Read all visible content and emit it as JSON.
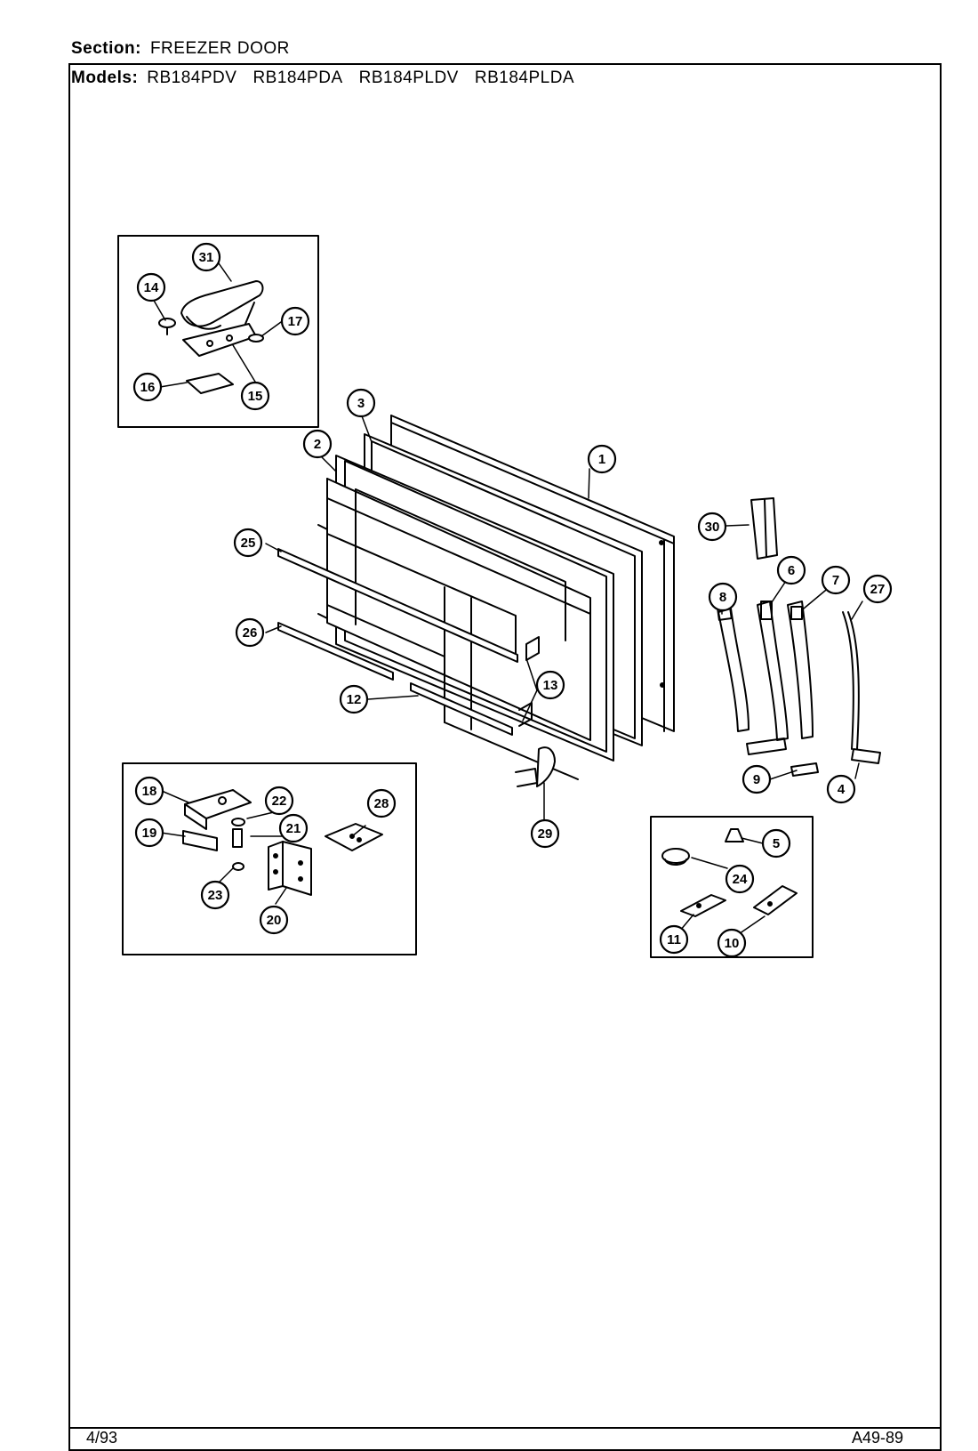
{
  "section": {
    "label": "Section:",
    "value": "FREEZER DOOR"
  },
  "models": {
    "label": "Models:",
    "list": [
      "RB184PDV",
      "RB184PDA",
      "RB184PLDV",
      "RB184PLDA"
    ]
  },
  "footer": {
    "date": "4/93",
    "code": "A49-89"
  },
  "callouts": [
    "1",
    "2",
    "3",
    "4",
    "5",
    "6",
    "7",
    "8",
    "9",
    "10",
    "11",
    "12",
    "13",
    "14",
    "15",
    "16",
    "17",
    "18",
    "19",
    "20",
    "21",
    "22",
    "23",
    "24",
    "25",
    "26",
    "27",
    "28",
    "29",
    "30",
    "31"
  ]
}
